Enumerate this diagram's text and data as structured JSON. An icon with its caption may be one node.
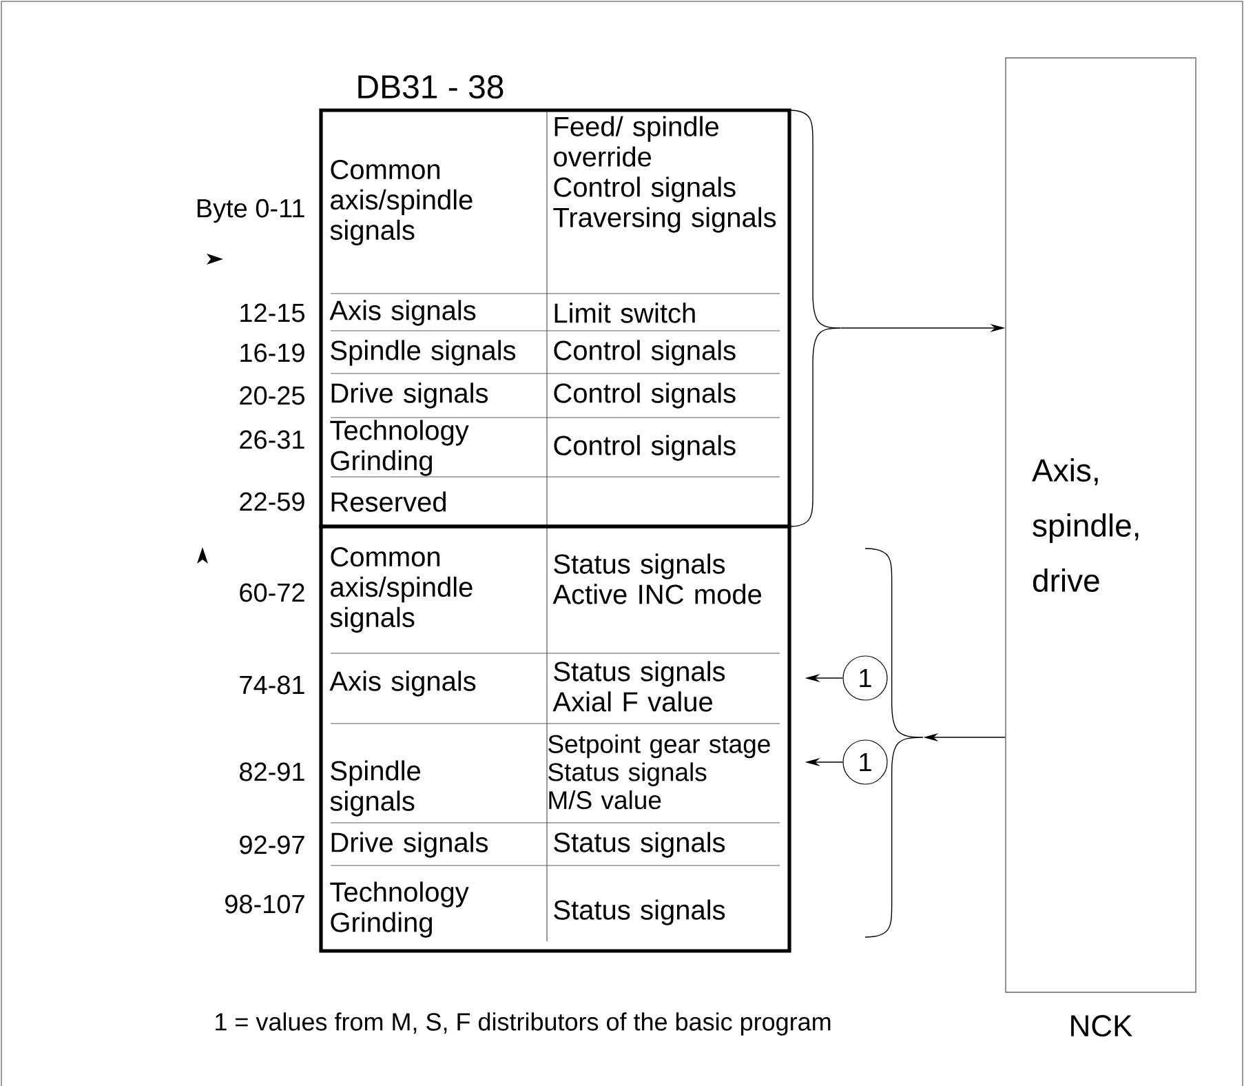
{
  "diagram": {
    "title": "DB31 - 38",
    "caption": "1 = values from M, S, F distributors of the basic program",
    "nodes": [
      {
        "text": [],
        "shape": "box"
      },
      {
        "text": [
          "Common axis/spindle signals"
        ],
        "in": 0
      },
      {
        "text": [
          "Feed/ spindle override",
          "Control signals",
          "Traversing signals"
        ],
        "in": 0
      },
      {
        "text": [
          "Axis signals"
        ],
        "in": 0
      },
      {
        "text": [
          "Limit switch"
        ],
        "in": 0
      },
      {
        "text": [
          "Spindle signals"
        ],
        "in": 0
      },
      {
        "text": [
          "Control signals"
        ],
        "in": 0
      },
      {
        "text": [
          "Drive signals"
        ],
        "in": 0
      },
      {
        "text": [
          "Control signals"
        ],
        "in": 0
      },
      {
        "text": [
          "Technology Grinding"
        ],
        "in": 0
      },
      {
        "text": [
          "Control signals"
        ],
        "in": 0
      },
      {
        "text": [
          "Reserved"
        ],
        "in": 0
      },
      {
        "text": [],
        "shape": "brace"
      },
      {
        "text": [
          "Axis, spindle, drive"
        ],
        "beside": [
          "NCK"
        ]
      },
      {
        "text": [],
        "shape": "box"
      },
      {
        "text": [
          "Common axis/spindle signals"
        ],
        "in": 14
      },
      {
        "text": [
          "Status signals",
          "Active INC mode"
        ],
        "in": 14
      },
      {
        "text": [
          "Axis signals"
        ],
        "in": 14
      },
      {
        "text": [
          "Status signals",
          "Axial F value"
        ],
        "in": 14
      },
      {
        "text": [
          "Spindle signals"
        ],
        "in": 14
      },
      {
        "text": [
          "Setpoint gear stage",
          "Status signals",
          "M/S value"
        ],
        "in": 14
      },
      {
        "text": [
          "Drive signals"
        ],
        "in": 14
      },
      {
        "text": [
          "Status signals"
        ],
        "in": 14
      },
      {
        "text": [
          "Technology Grinding"
        ],
        "in": 14
      },
      {
        "text": [
          "Status signals"
        ],
        "in": 14
      },
      {
        "text": [],
        "shape": "brace"
      },
      {
        "text": [
          "1"
        ]
      },
      {
        "text": [
          "1"
        ]
      }
    ],
    "edges": [
      {
        "from": 12,
        "to": 13,
        "arrow": "to"
      },
      {
        "from": 13,
        "to": 25,
        "arrow": "to"
      },
      {
        "from": 26,
        "to": 14,
        "arrow": "to"
      },
      {
        "from": 27,
        "to": 14,
        "arrow": "to"
      }
    ],
    "labels": [
      "Byte 0-11",
      "12-15",
      "16-19",
      "20-25",
      "26-31",
      "22-59",
      "60-72",
      "74-81",
      "82-91",
      "92-97",
      "98-107"
    ]
  }
}
